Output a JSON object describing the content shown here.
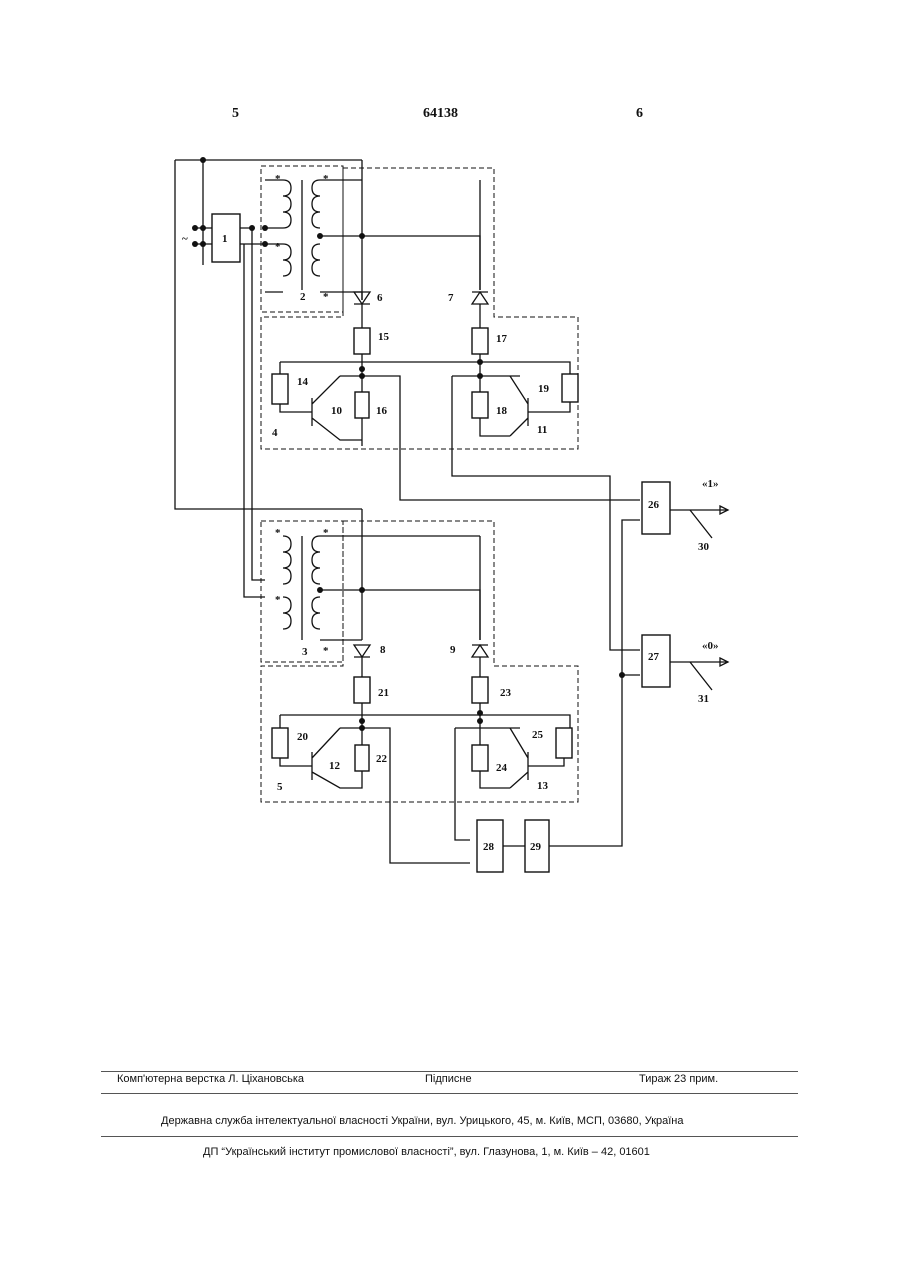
{
  "header": {
    "page_left": "5",
    "patent_number": "64138",
    "page_right": "6"
  },
  "schematic": {
    "ac_symbol": "~",
    "labels": [
      "1",
      "2",
      "3",
      "4",
      "5",
      "6",
      "7",
      "8",
      "9",
      "10",
      "11",
      "12",
      "13",
      "14",
      "15",
      "16",
      "17",
      "18",
      "19",
      "20",
      "21",
      "22",
      "23",
      "24",
      "25",
      "26",
      "27",
      "28",
      "29",
      "30",
      "31"
    ],
    "outputs": {
      "one": "«1»",
      "zero": "«0»"
    },
    "winding_mark": "*"
  },
  "footer": {
    "layout": "Комп'ютерна верстка Л. Ціхановська",
    "signed": "Підписне",
    "circulation": "Тираж 23 прим.",
    "office": "Державна служба інтелектуальної власності України, вул. Урицького, 45, м. Київ, МСП, 03680, Україна",
    "institute": "ДП “Український інститут промислової власності”, вул. Глазунова, 1, м. Київ – 42, 01601"
  }
}
